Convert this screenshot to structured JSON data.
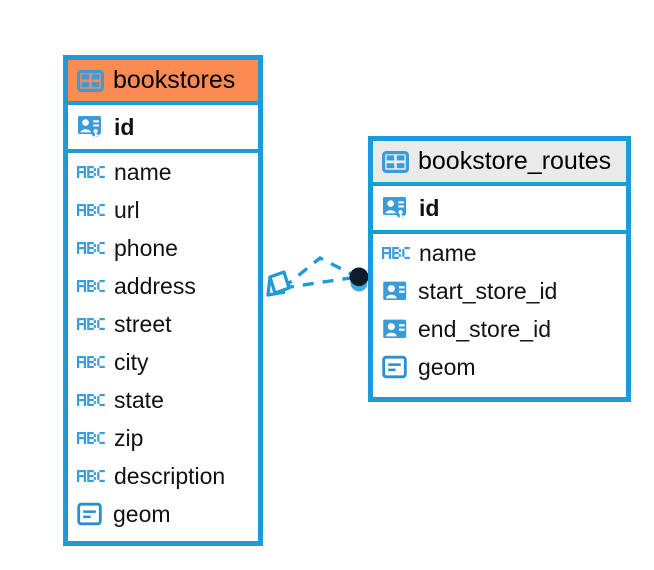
{
  "diagram": {
    "type": "entity-relationship-diagram",
    "background": "#ffffff",
    "accent_blue": "#1d9bd7",
    "header_highlight": "#fb8b50",
    "header_neutral": "#eaeaea",
    "text_color": "#111111"
  },
  "entities": [
    {
      "id": "bookstores",
      "name": "bookstores",
      "selected": true,
      "header_color": "#fb8b50",
      "table_icon": "table-icon",
      "columns": [
        {
          "name": "id",
          "icon": "primary-key-icon",
          "key": "primary"
        },
        {
          "name": "name",
          "icon": "abc-text-icon",
          "key": "none"
        },
        {
          "name": "url",
          "icon": "abc-text-icon",
          "key": "none"
        },
        {
          "name": "phone",
          "icon": "abc-text-icon",
          "key": "none"
        },
        {
          "name": "address",
          "icon": "abc-text-icon",
          "key": "none"
        },
        {
          "name": "street",
          "icon": "abc-text-icon",
          "key": "none"
        },
        {
          "name": "city",
          "icon": "abc-text-icon",
          "key": "none"
        },
        {
          "name": "state",
          "icon": "abc-text-icon",
          "key": "none"
        },
        {
          "name": "zip",
          "icon": "abc-text-icon",
          "key": "none"
        },
        {
          "name": "description",
          "icon": "abc-text-icon",
          "key": "none"
        },
        {
          "name": "geom",
          "icon": "geometry-icon",
          "key": "none"
        }
      ]
    },
    {
      "id": "bookstore_routes",
      "name": "bookstore_routes",
      "selected": false,
      "header_color": "#eaeaea",
      "table_icon": "table-icon",
      "columns": [
        {
          "name": "id",
          "icon": "primary-key-icon",
          "key": "primary"
        },
        {
          "name": "name",
          "icon": "abc-text-icon",
          "key": "none"
        },
        {
          "name": "start_store_id",
          "icon": "foreign-key-icon",
          "key": "foreign"
        },
        {
          "name": "end_store_id",
          "icon": "foreign-key-icon",
          "key": "foreign"
        },
        {
          "name": "geom",
          "icon": "geometry-icon",
          "key": "none"
        }
      ]
    }
  ],
  "relationship": {
    "name": "bookstores-to-bookstore_routes",
    "style": "dashed",
    "color": "#1d9bd7",
    "source_entity": "bookstores",
    "target_entity": "bookstore_routes",
    "source_marker": "one-diamond-marker",
    "target_marker": "many-dot-marker",
    "target_marker_color": "#0d1b2a"
  }
}
